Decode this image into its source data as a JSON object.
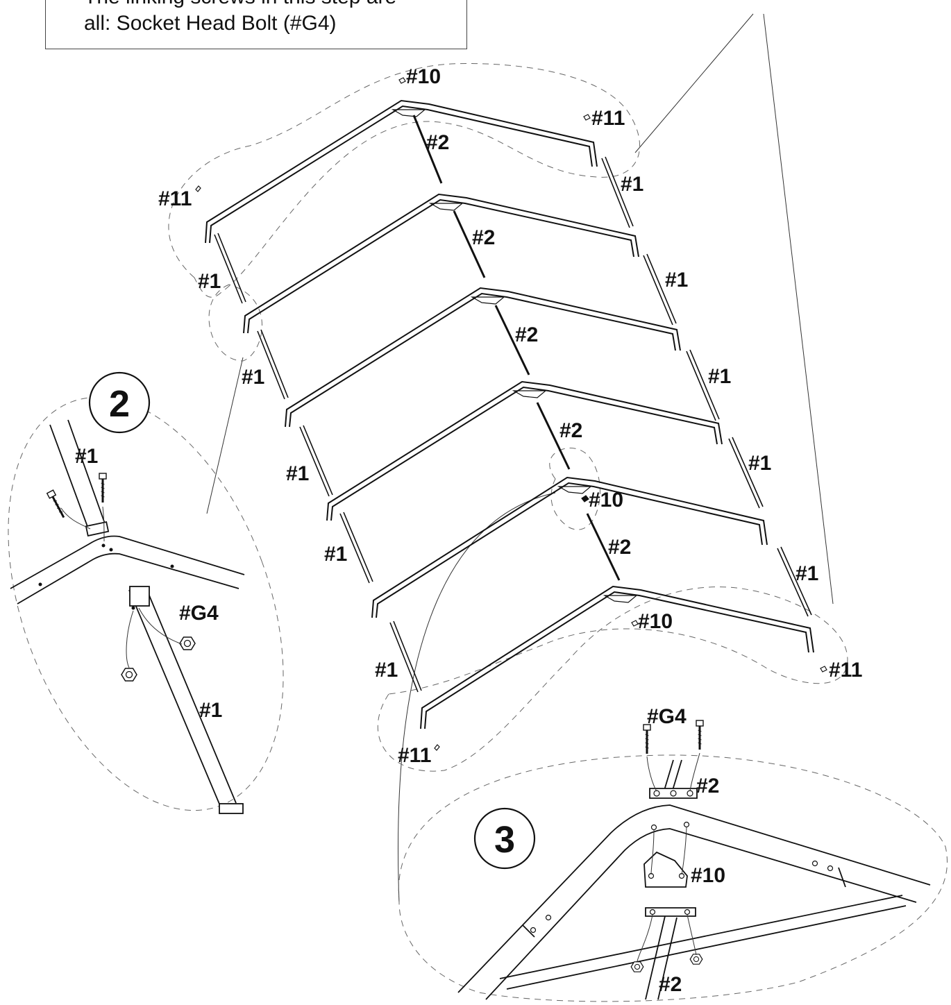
{
  "note": {
    "line1": "The linking screws in this step are",
    "line2": "all: Socket Head Bolt (#G4)"
  },
  "steps": {
    "two": "2",
    "three": "3"
  },
  "labels": {
    "part1": "#1",
    "part2": "#2",
    "part10": "#10",
    "part11": "#11",
    "g4": "#G4"
  },
  "icons": [
    "socket-head-bolt-icon",
    "hex-nut-icon",
    "end-cap-icon",
    "corner-bracket-icon"
  ]
}
